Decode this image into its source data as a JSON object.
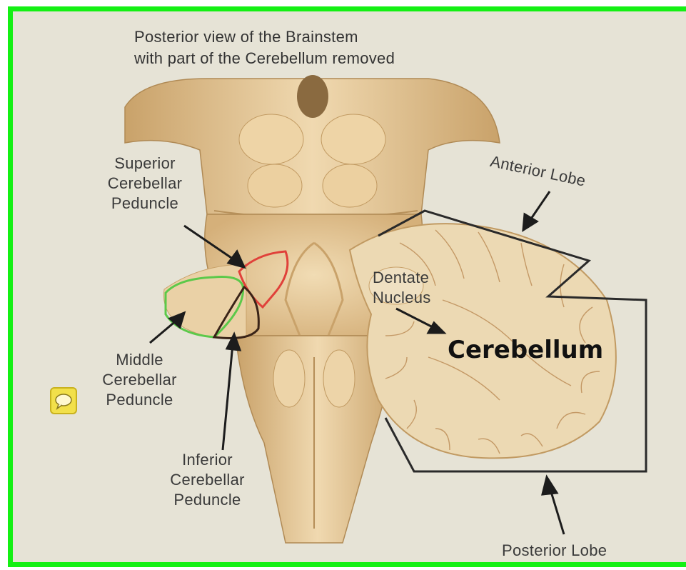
{
  "title": {
    "line1": "Posterior view of the Brainstem",
    "line2": "with part of the Cerebellum removed"
  },
  "labels": {
    "superior": [
      "Superior",
      "Cerebellar",
      "Peduncle"
    ],
    "middle": [
      "Middle",
      "Cerebellar",
      "Peduncle"
    ],
    "inferior": [
      "Inferior",
      "Cerebellar",
      "Peduncle"
    ],
    "anterior_lobe": "Anterior Lobe",
    "posterior_lobe": "Posterior Lobe",
    "dentate": [
      "Dentate",
      "Nucleus"
    ],
    "cerebellum": "Cerebellum"
  },
  "colors": {
    "frame_border": "#14f014",
    "background": "#e6e3d6",
    "tissue": "#e3c79a",
    "superior_outline": "#e0413a",
    "middle_outline": "#5cc94a",
    "inferior_outline": "#3a2418"
  },
  "icons": {
    "note": "comment-note-icon"
  }
}
